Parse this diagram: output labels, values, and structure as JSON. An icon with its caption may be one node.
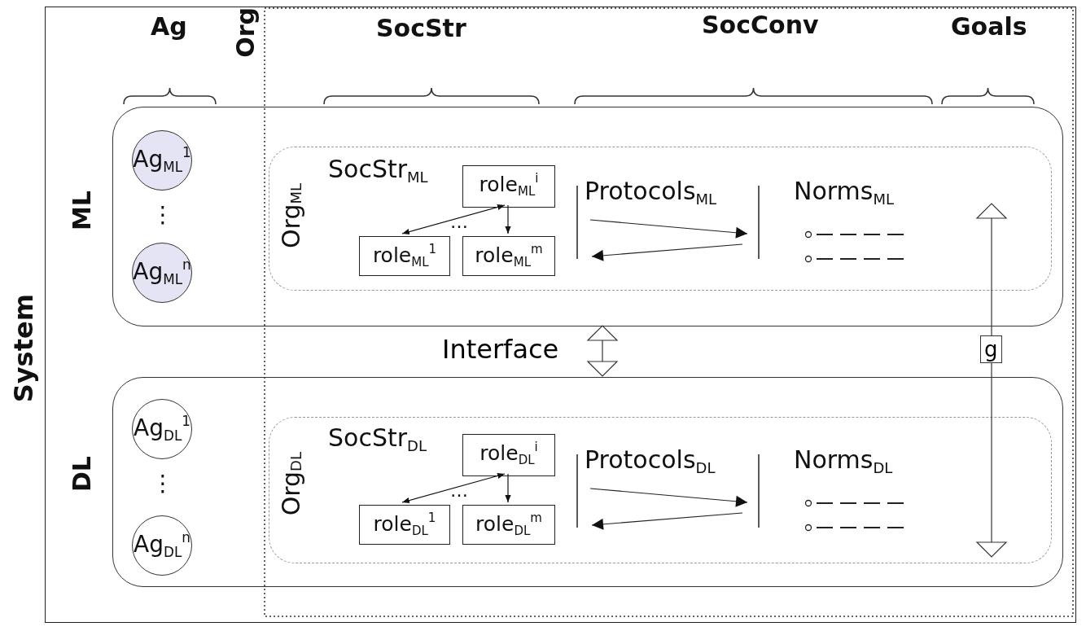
{
  "diagram": {
    "nodes": [
      {
        "text": [
          "System"
        ]
      },
      {
        "text": [
          "Org"
        ],
        "in": 0
      },
      {
        "text": [
          "ML"
        ],
        "in": 0
      },
      {
        "text": [
          "Ag$_{ML}$$^{1}$"
        ],
        "in": 2
      },
      {
        "text": [
          "Ag$_{ML}$$^{n}$"
        ],
        "in": 2
      },
      {
        "text": [
          "Org$_{ML}$"
        ],
        "in": 2
      },
      {
        "text": [
          "role$_{ML}$$^{i}$"
        ],
        "in": 5
      },
      {
        "text": [
          "role$_{ML}$$^{1}$"
        ],
        "in": 5
      },
      {
        "text": [
          "role$_{ML}$$^{m}$"
        ],
        "in": 5
      },
      {
        "text": [
          "DL"
        ],
        "in": 0
      },
      {
        "text": [
          "Ag$_{DL}$$^{1}$"
        ],
        "in": 9
      },
      {
        "text": [
          "Ag$_{DL}$$^{n}$"
        ],
        "in": 9
      },
      {
        "text": [
          "Org$_{DL}$"
        ],
        "in": 9
      },
      {
        "text": [
          "role$_{DL}$$^{i}$"
        ],
        "in": 12
      },
      {
        "text": [
          "role$_{DL}$$^{1}$"
        ],
        "in": 12
      },
      {
        "text": [
          "role$_{DL}$$^{m}$"
        ],
        "in": 12
      }
    ],
    "edges": [
      {
        "from": 6,
        "to": 7,
        "arrow": "both"
      },
      {
        "from": 6,
        "to": 8,
        "arrow": "to"
      },
      {
        "from": 13,
        "to": 14,
        "arrow": "both"
      },
      {
        "from": 13,
        "to": 15,
        "arrow": "to"
      },
      {
        "from": 2,
        "to": 9,
        "arrow": "both",
        "label": "Interface"
      },
      {
        "from": 5,
        "to": 12,
        "arrow": "both",
        "label": "g"
      }
    ],
    "labels": [
      "Ag",
      "SocStr",
      "SocConv",
      "Goals",
      "⋮",
      "SocStr$_{ML}$",
      "…",
      "Protocols$_{ML}$",
      "Norms$_{ML}$",
      "⋮",
      "SocStr$_{DL}$",
      "…",
      "Protocols$_{DL}$",
      "Norms$_{DL}$"
    ]
  }
}
